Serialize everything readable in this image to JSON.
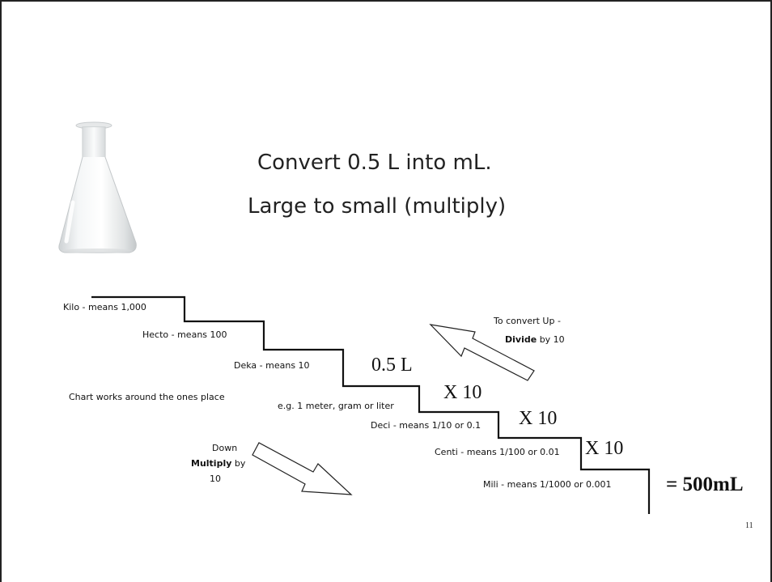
{
  "title": {
    "line1": "Convert 0.5 L into mL.",
    "line2": "Large to small (multiply)"
  },
  "stairs": {
    "kilo": "Kilo - means 1,000",
    "hecto": "Hecto - means 100",
    "deka": "Deka - means 10",
    "base_line1": "Chart works around the ones place",
    "base_line2": "e.g. 1 meter, gram or liter",
    "deci": "Deci - means 1/10 or 0.1",
    "centi": "Centi - means 1/100 or 0.01",
    "mili": "Mili - means 1/1000 or 0.001"
  },
  "convert_up": {
    "line1": "To convert Up -",
    "bold": "Divide",
    "rest": "by 10"
  },
  "convert_down": {
    "line1": "Down",
    "bold": "Multiply",
    "rest": "by",
    "line3": "10"
  },
  "steps": {
    "start": "0.5 L",
    "step1": "X 10",
    "step2": "X 10",
    "step3": "X 10",
    "result": "= 500mL"
  },
  "page_number": "11",
  "colors": {
    "text": "#111111",
    "border": "#222222"
  }
}
